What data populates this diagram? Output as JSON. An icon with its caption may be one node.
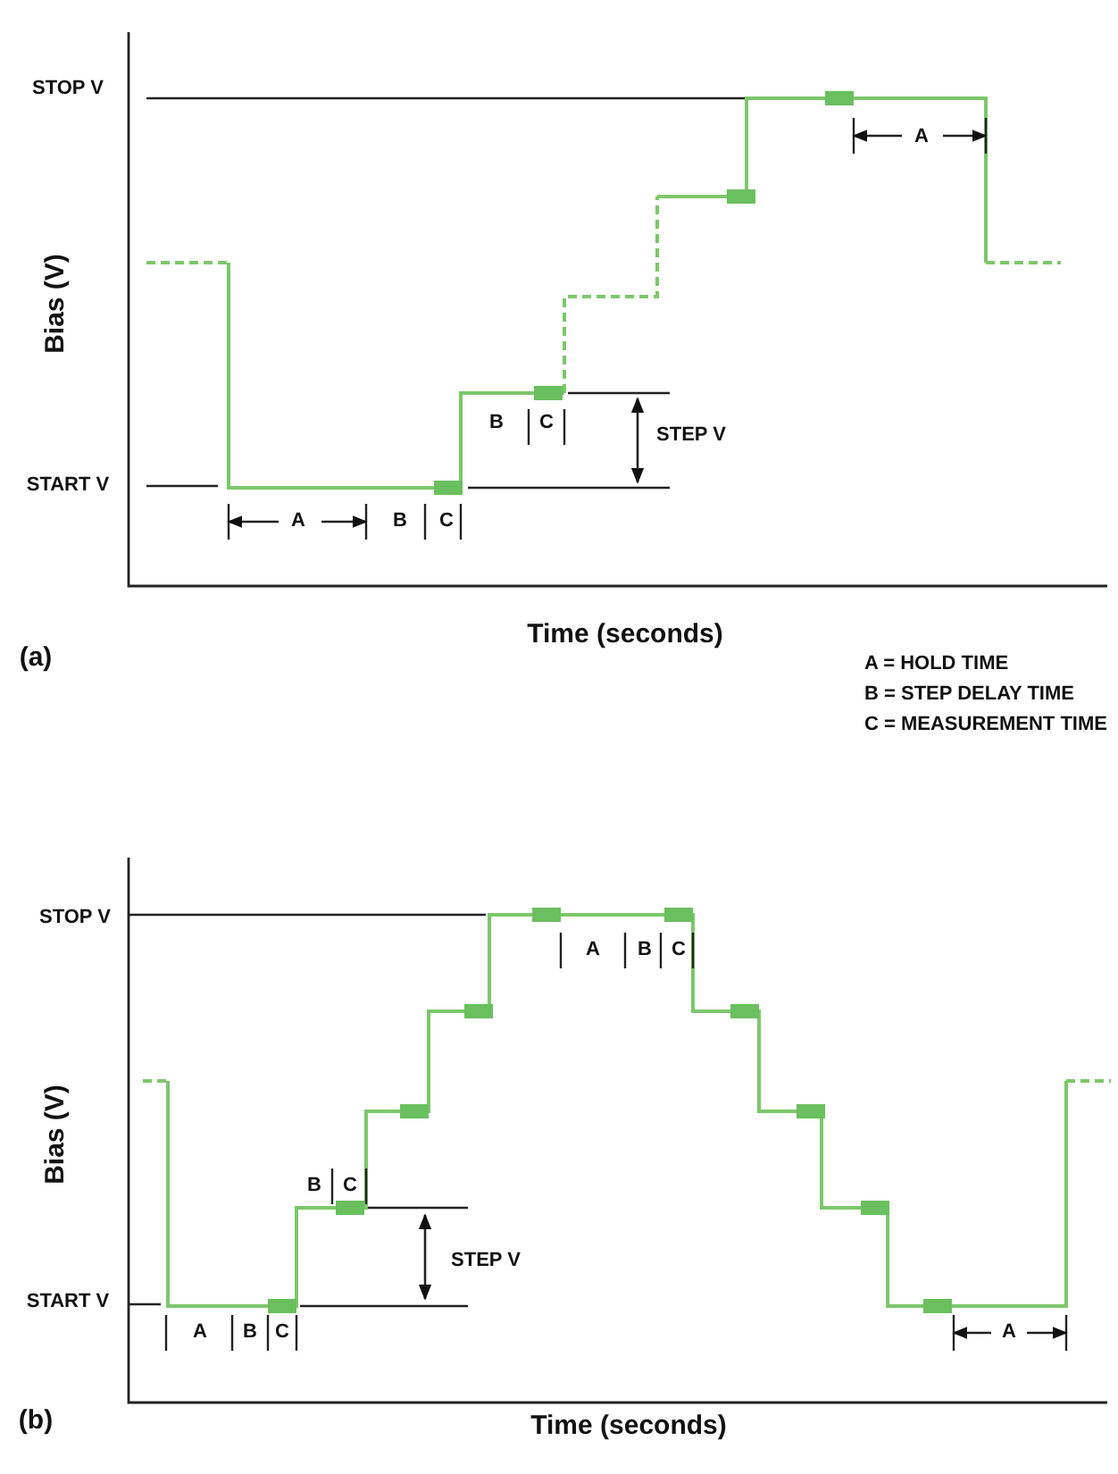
{
  "diagram": {
    "labels": [
      "STOP V",
      "A",
      "Bias (V)",
      "B",
      "C",
      "STEP V",
      "START V",
      "A",
      "B",
      "C",
      "Time (seconds)",
      "(a)",
      "A = HOLD TIME",
      "B = STEP DELAY TIME",
      "C = MEASUREMENT TIME",
      "STOP V",
      "A",
      "B",
      "C",
      "Bias (V)",
      "B",
      "C",
      "STEP V",
      "START V",
      "A",
      "B",
      "C",
      "A",
      "(b)",
      "Time (seconds)"
    ]
  }
}
